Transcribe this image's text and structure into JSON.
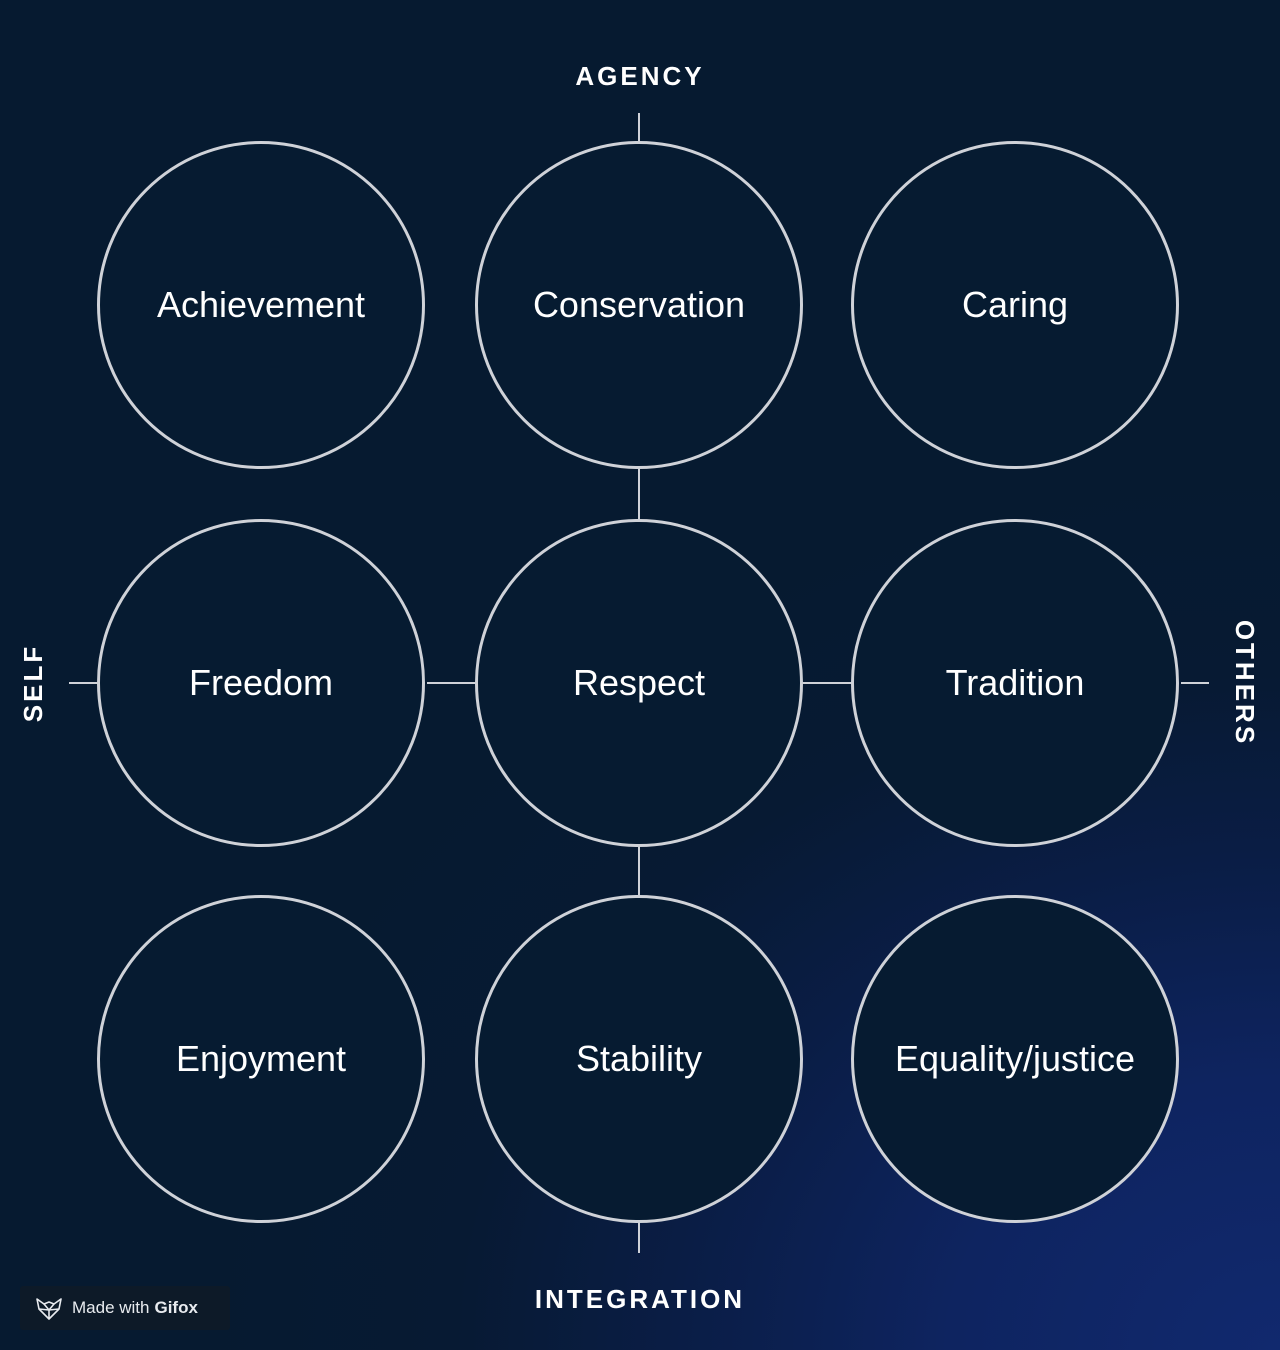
{
  "axes": {
    "top": "AGENCY",
    "bottom": "INTEGRATION",
    "left": "SELF",
    "right": "OTHERS"
  },
  "grid": [
    [
      "Achievement",
      "Conservation",
      "Caring"
    ],
    [
      "Freedom",
      "Respect",
      "Tradition"
    ],
    [
      "Enjoyment",
      "Stability",
      "Equality/justice"
    ]
  ],
  "watermark": {
    "prefix": "Made with",
    "brand": "Gifox",
    "icon": "fox-icon"
  },
  "colors": {
    "background": "#061a30",
    "background_accent": "#11296e",
    "circle_stroke": "#cfd2d8",
    "circle_fill": "#061b31",
    "text": "#ffffff"
  }
}
